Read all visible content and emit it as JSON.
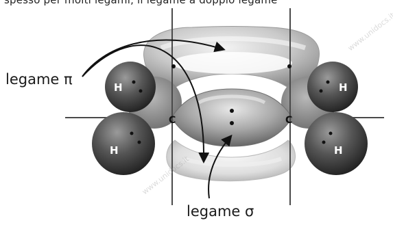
{
  "header_text": "spesso per molti legami, il legame a doppio legame",
  "labels": {
    "pi_bond": "legame π",
    "sigma_bond": "legame σ",
    "hydrogen": "H",
    "carbon": "C"
  },
  "watermark": "www.unidocs.it",
  "colors": {
    "lobe_light": "#d9d9d9",
    "lobe_dark": "#7a7a7a",
    "hydrogen_dark": "#3a3a3a",
    "axis_line": "#4a4a4a"
  }
}
